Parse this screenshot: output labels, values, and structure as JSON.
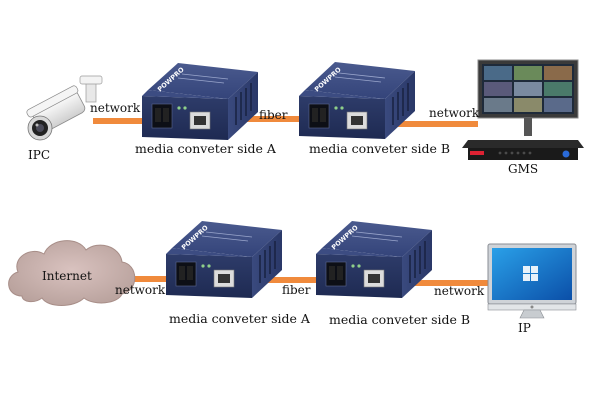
{
  "rows": [
    {
      "left_device": {
        "name": "IPC",
        "icon": "ip-camera-icon"
      },
      "left_link": "network",
      "converter_a": {
        "label": "media conveter side A",
        "brand": "POWPRO"
      },
      "middle_link": "fiber",
      "converter_b": {
        "label": "media conveter side B",
        "brand": "POWPRO"
      },
      "right_link": "network",
      "right_device": {
        "name": "GMS",
        "icon": "monitor-with-recorder-icon"
      }
    },
    {
      "left_device": {
        "name": "Internet",
        "icon": "cloud-icon"
      },
      "left_link": "network",
      "converter_a": {
        "label": "media conveter side A",
        "brand": "POWPRO"
      },
      "middle_link": "fiber",
      "converter_b": {
        "label": "media conveter side B",
        "brand": "POWPRO"
      },
      "right_link": "network",
      "right_device": {
        "name": "IP",
        "icon": "desktop-monitor-icon"
      }
    }
  ],
  "colors": {
    "cable": "#f08a3c",
    "converter_body": "#2c3a66",
    "converter_dark": "#1d2748"
  }
}
